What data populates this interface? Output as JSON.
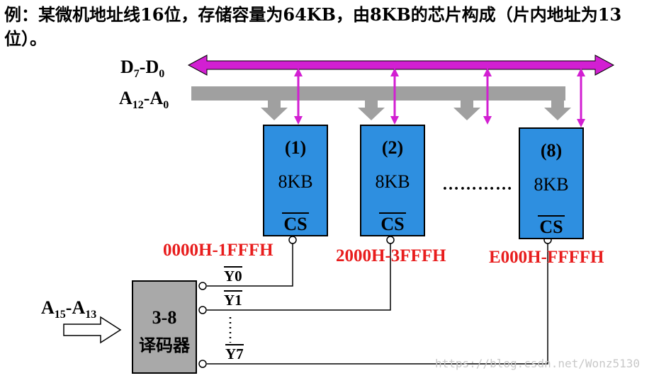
{
  "title": "例：某微机地址线16位，存储容量为64KB，由8KB的芯片构成（片内地址为13位）。",
  "data_bus": {
    "main": "D",
    "sub_hi": "7",
    "sep": "-D",
    "sub_lo": "0"
  },
  "addr_bus": {
    "main": "A",
    "sub_hi": "12",
    "sep": "-A",
    "sub_lo": "0"
  },
  "input_bus": {
    "main": "A",
    "sub_hi": "15",
    "sep": "-A",
    "sub_lo": "13"
  },
  "chips": [
    {
      "num": "(1)",
      "capacity": "8KB",
      "cs": "CS",
      "range": "0000H-1FFFH"
    },
    {
      "num": "(2)",
      "capacity": "8KB",
      "cs": "CS",
      "range": "2000H-3FFFH"
    },
    {
      "num": "(8)",
      "capacity": "8KB",
      "cs": "CS",
      "range": "E000H-FFFFH"
    }
  ],
  "ellipsis": "…………",
  "decoder": {
    "line1": "3-8",
    "line2": "译码器"
  },
  "outputs": [
    "Y0",
    "Y1",
    "Y7"
  ],
  "watermark": "https://blog.csdn.net/Wonz5130",
  "colors": {
    "data_bus": "#d21fd2",
    "addr_bus": "#a0a0a0",
    "chip": "#2e8fe0",
    "decoder": "#a9a9a9",
    "address_text": "#e81d1d"
  }
}
